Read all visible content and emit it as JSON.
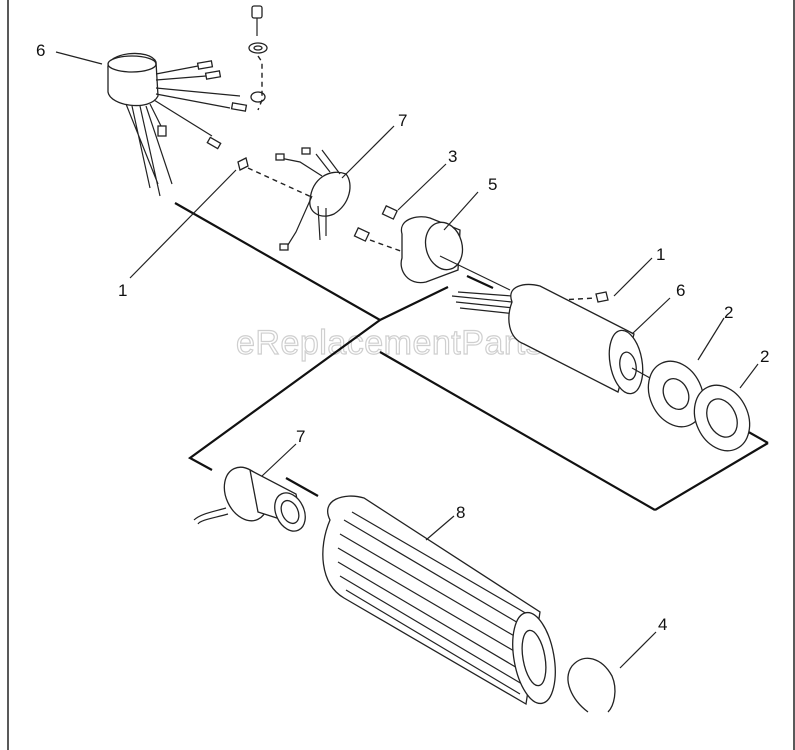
{
  "diagram": {
    "watermark": "eReplacementParts.com",
    "callouts": [
      {
        "id": "c6a",
        "text": "6"
      },
      {
        "id": "c7a",
        "text": "7"
      },
      {
        "id": "c3",
        "text": "3"
      },
      {
        "id": "c5",
        "text": "5"
      },
      {
        "id": "c1a",
        "text": "1"
      },
      {
        "id": "c1b",
        "text": "1"
      },
      {
        "id": "c6b",
        "text": "6"
      },
      {
        "id": "c2a",
        "text": "2"
      },
      {
        "id": "c2b",
        "text": "2"
      },
      {
        "id": "c7b",
        "text": "7"
      },
      {
        "id": "c8",
        "text": "8"
      },
      {
        "id": "c4",
        "text": "4"
      }
    ]
  }
}
